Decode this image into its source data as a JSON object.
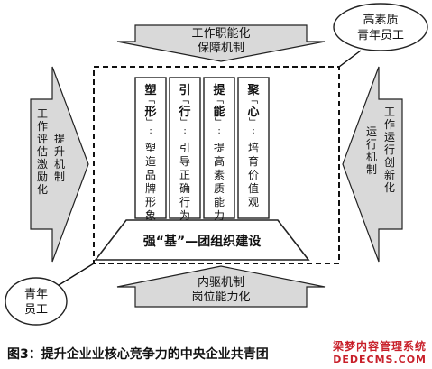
{
  "diagram": {
    "top_arrow": [
      "工作职能化",
      "保障机制"
    ],
    "bottom_arrow": [
      "内驱机制",
      "岗位能力化"
    ],
    "left_arrow": [
      "提升机制",
      "工作评估激励化"
    ],
    "right_arrow": [
      "工作运行创新化",
      "运行机制"
    ],
    "pillars": [
      {
        "head": "塑",
        "keyword": "形",
        "desc": "塑造品牌形象"
      },
      {
        "head": "引",
        "keyword": "行",
        "desc": "引导正确行为"
      },
      {
        "head": "提",
        "keyword": "能",
        "desc": "提高素质能力"
      },
      {
        "head": "聚",
        "keyword": "心",
        "desc": "培育价值观"
      }
    ],
    "base": {
      "prefix": "强",
      "keyword": "基",
      "suffix": "—团组织建设"
    },
    "bubble_top_right": [
      "高素质",
      "青年员工"
    ],
    "bubble_bottom_left": [
      "青年",
      "员工"
    ]
  },
  "caption": "图3：提升企业业核心竞争力的中央企业共青团",
  "watermark": {
    "line1": "梁梦内容管理系统",
    "line2": "DEDECMS.COM"
  }
}
